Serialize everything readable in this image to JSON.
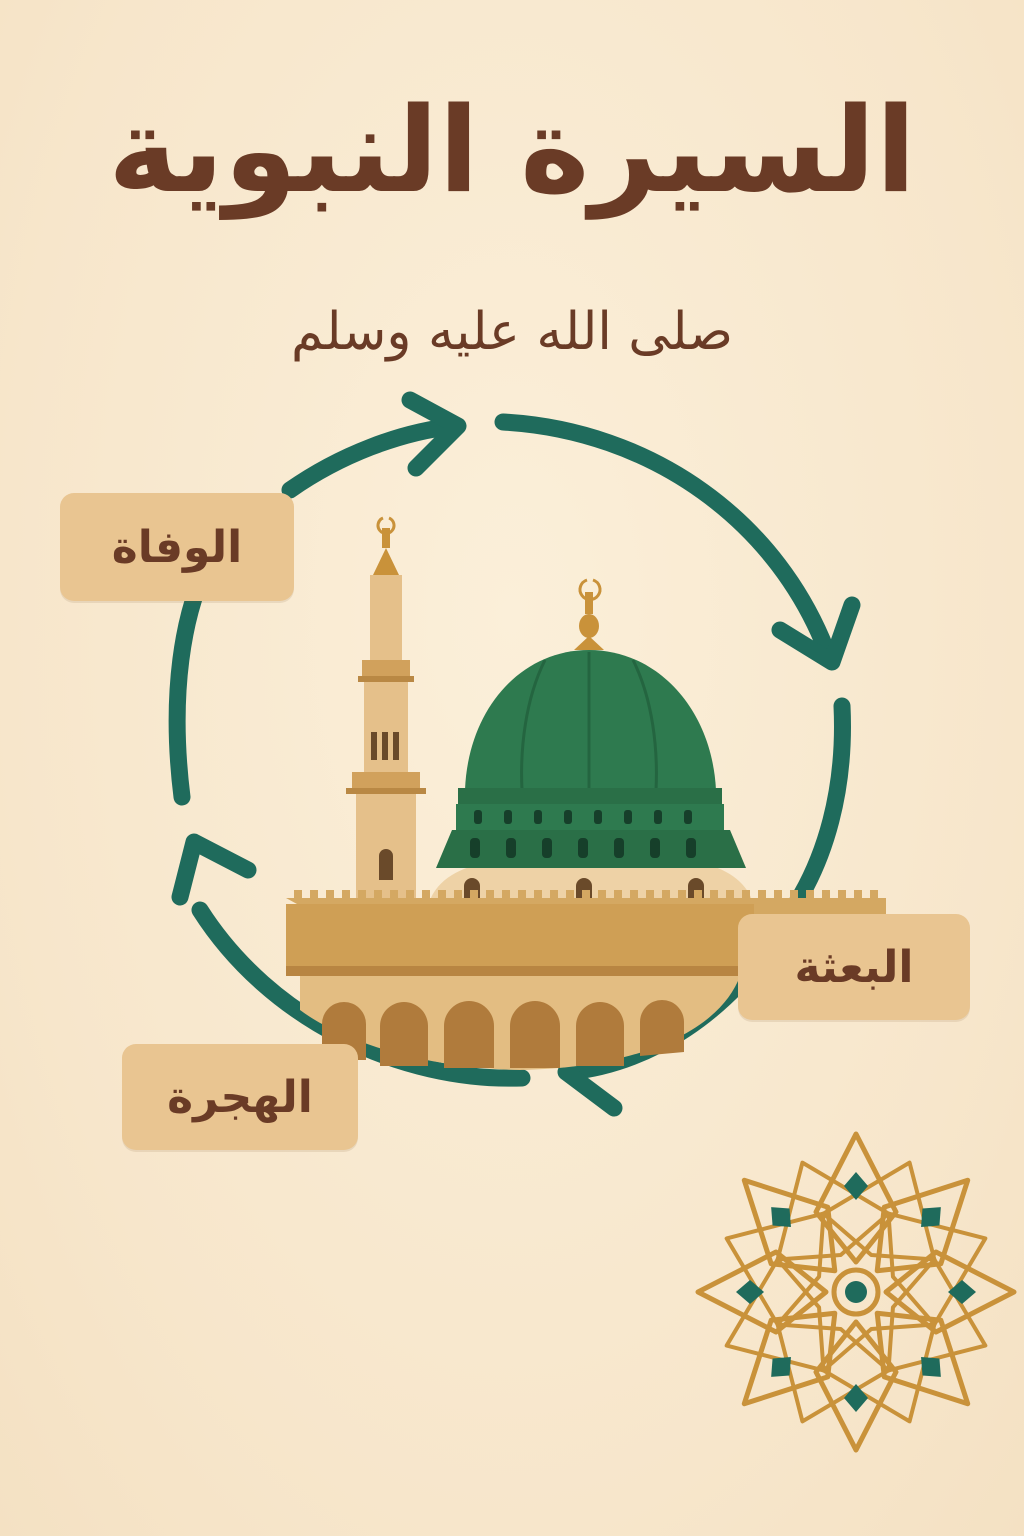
{
  "header": {
    "title": "السيرة النبوية",
    "subtitle": "صلى الله عليه وسلم"
  },
  "stages": {
    "wafat": "الوفاة",
    "bitha": "البعثة",
    "hijra": "الهجرة"
  },
  "illustration": {
    "mosque": "mosque-illustration",
    "ornament": "islamic-star-ornament-icon"
  },
  "colors": {
    "background": "#f8e9d0",
    "title": "#6a3b26",
    "arrow": "#1f6b5c",
    "dome": "#2e7a4f",
    "label_bg": "#e9c591",
    "gold": "#c9923a"
  }
}
